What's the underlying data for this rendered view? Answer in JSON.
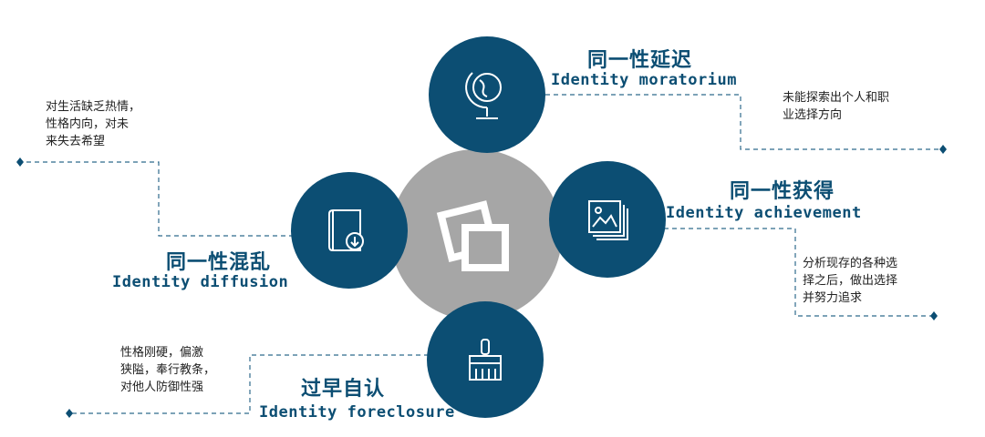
{
  "colors": {
    "primary": "#0c4e73",
    "center": "#a6a6a6",
    "line": "#2f6a8c",
    "text": "#222222"
  },
  "center": {
    "icon": "photos-icon"
  },
  "items": [
    {
      "id": "moratorium",
      "title_cn": "同一性延迟",
      "title_en": "Identity moratorium",
      "desc": "未能探索出个人和职\n业选择方向",
      "icon": "globe-icon"
    },
    {
      "id": "achievement",
      "title_cn": "同一性获得",
      "title_en": "Identity achievement",
      "desc": "分析现存的各种选\n择之后，做出选择\n并努力追求",
      "icon": "image-stack-icon"
    },
    {
      "id": "diffusion",
      "title_cn": "同一性混乱",
      "title_en": "Identity diffusion",
      "desc": "对生活缺乏热情，\n性格内向，对未\n来失去希望",
      "icon": "book-download-icon"
    },
    {
      "id": "foreclosure",
      "title_cn": "过早自认",
      "title_en": "Identity foreclosure",
      "desc": "性格刚硬，偏激\n狭隘，奉行教条，\n对他人防御性强",
      "icon": "brush-icon"
    }
  ]
}
